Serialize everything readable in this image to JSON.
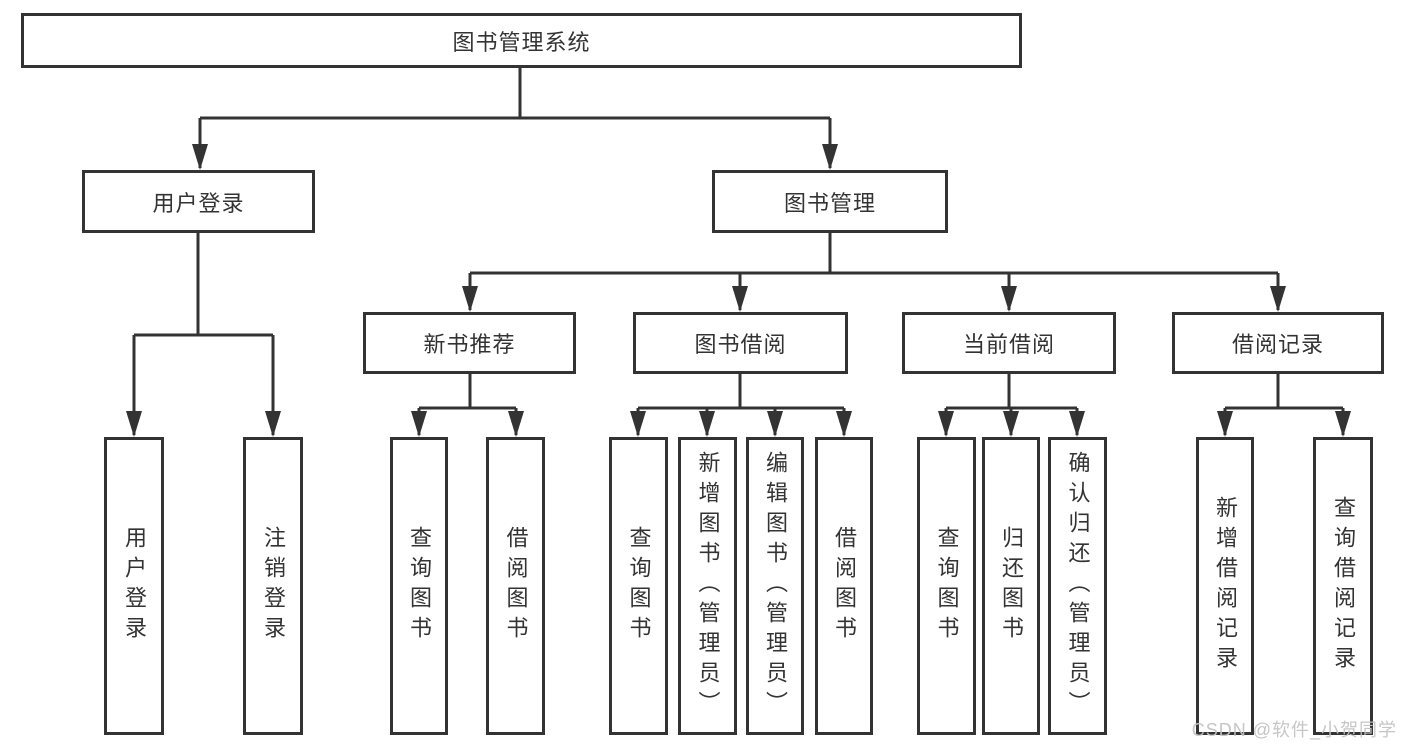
{
  "tree": {
    "root": "图书管理系统",
    "user": {
      "label": "用户登录",
      "children": [
        "用户登录",
        "注销登录"
      ]
    },
    "mgmt": {
      "label": "图书管理",
      "groups": [
        {
          "label": "新书推荐",
          "children": [
            "查询图书",
            "借阅图书"
          ]
        },
        {
          "label": "图书借阅",
          "children": [
            "查询图书",
            "新增图书（管理员）",
            "编辑图书（管理员）",
            "借阅图书"
          ]
        },
        {
          "label": "当前借阅",
          "children": [
            "查询图书",
            "归还图书",
            "确认归还（管理员）"
          ]
        },
        {
          "label": "借阅记录",
          "children": [
            "新增借阅记录",
            "查询借阅记录"
          ]
        }
      ]
    }
  },
  "watermark": "CSDN @软件_小贺同学",
  "colors": {
    "line": "#333333",
    "box_border": "#333333",
    "text": "#333333",
    "watermark": "#c3c3c3",
    "background": "#ffffff"
  }
}
